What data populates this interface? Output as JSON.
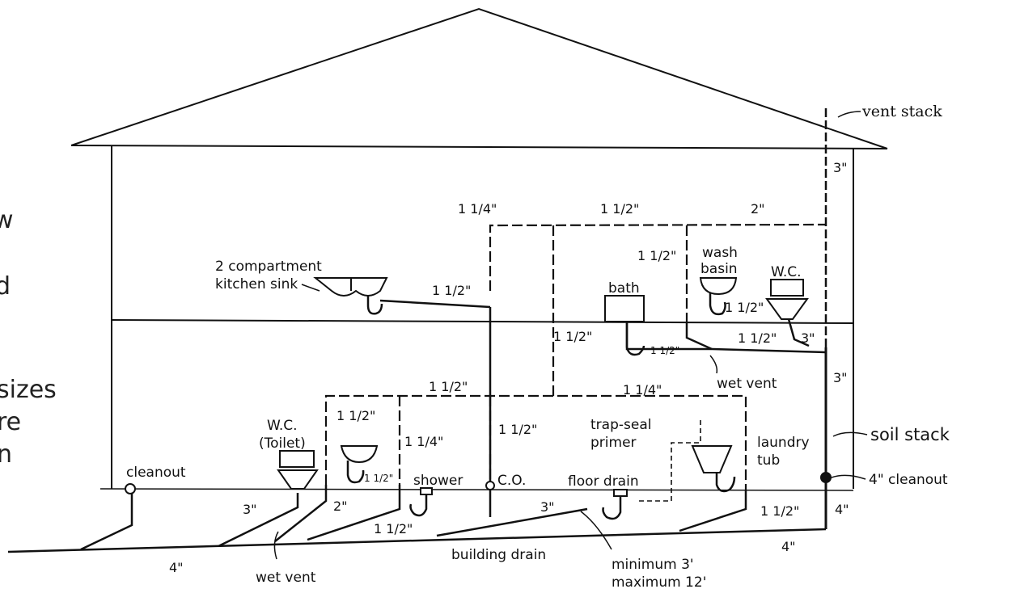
{
  "left_text": [
    "w",
    "d",
    "sizes",
    "re",
    "n"
  ],
  "labels": {
    "vent_stack": "vent stack",
    "soil_stack": "soil stack",
    "cleanout_4in": "4\" cleanout",
    "kitchen_sink_1": "2 compartment",
    "kitchen_sink_2": "kitchen sink",
    "bath": "bath",
    "wash_basin_1": "wash",
    "wash_basin_2": "basin",
    "wc_upper": "W.C.",
    "wet_vent_upper": "wet vent",
    "wc_lower_1": "W.C.",
    "wc_lower_2": "(Toilet)",
    "cleanout": "cleanout",
    "shower": "shower",
    "co": "C.O.",
    "floor_drain": "floor drain",
    "trap_seal_1": "trap-seal",
    "trap_seal_2": "primer",
    "laundry_1": "laundry",
    "laundry_2": "tub",
    "building_drain": "building drain",
    "wet_vent_lower": "wet vent",
    "min_3": "minimum 3'",
    "max_12": "maximum 12'"
  },
  "sizes": {
    "s_3_top": "3\"",
    "s_1_1_4_top": "1 1/4\"",
    "s_1_1_2_top": "1 1/2\"",
    "s_2_top": "2\"",
    "s_1_1_2_bath_vent": "1 1/2\"",
    "s_1_1_2_kitchen": "1 1/2\"",
    "s_1_1_2_basin": "1 1/2\"",
    "s_1_1_2_left_mid": "1 1/2\"",
    "s_1_1_2_bath_small": "1 1/2\"",
    "s_1_1_2_mid_right": "1 1/2\"",
    "s_3_wc_upper": "3\"",
    "s_3_stack_mid": "3\"",
    "s_1_1_2_lower_top": "1 1/2\"",
    "s_1_1_4_lower_top": "1 1/4\"",
    "s_1_1_2_lower_left": "1 1/2\"",
    "s_1_1_4_lower_mid": "1 1/4\"",
    "s_1_1_2_lower_center": "1 1/2\"",
    "s_1_1_2_lav_small": "1 1/2\"",
    "s_3_wc_lower": "3\"",
    "s_2_lower": "2\"",
    "s_1_1_2_shower": "1 1/2\"",
    "s_3_floor": "3\"",
    "s_1_1_2_laundry": "1 1/2\"",
    "s_4_stack": "4\"",
    "s_4_drain_right": "4\"",
    "s_4_drain_left": "4\""
  }
}
